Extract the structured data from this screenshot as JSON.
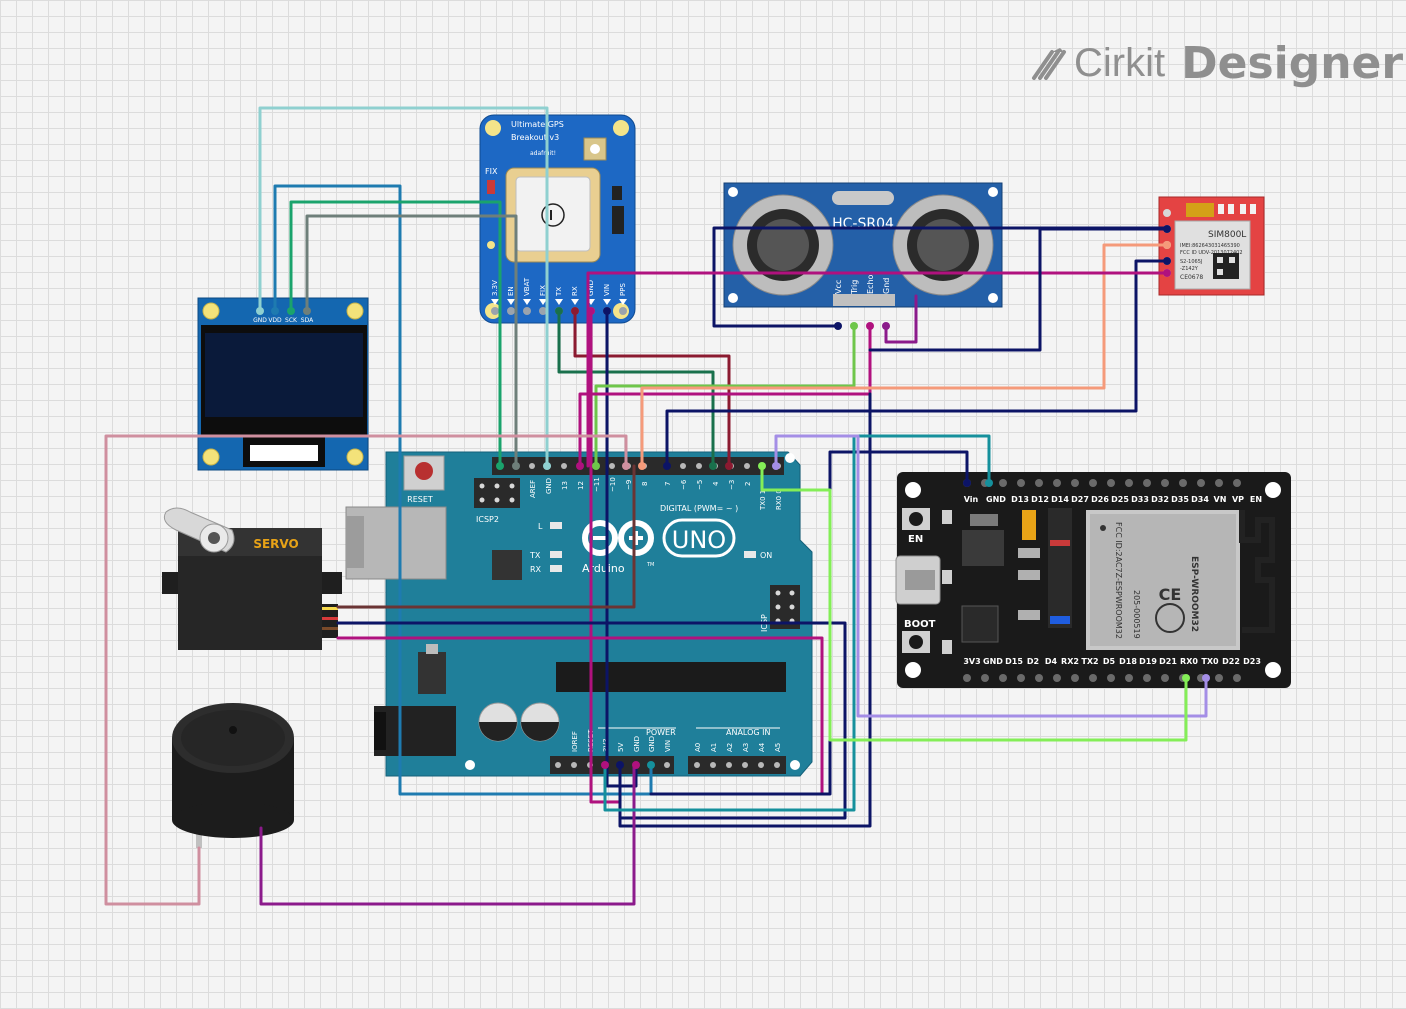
{
  "brand": {
    "name_part1": "Cirkit",
    "name_part2": "Designer",
    "icon": "pen-scribble-icon"
  },
  "components": {
    "gps": {
      "title_line1": "Ultimate GPS",
      "title_line2": "Breakout v3",
      "maker": "adafruit!",
      "fix_label": "FIX",
      "pins": [
        "3.3V",
        "EN",
        "VBAT",
        "FIX",
        "TX",
        "RX",
        "GND",
        "VIN",
        "PPS"
      ]
    },
    "ultrasonic": {
      "name": "HC-SR04",
      "pins": [
        "Vcc",
        "Trig",
        "Echo",
        "Gnd"
      ]
    },
    "gsm": {
      "name": "SIM800L",
      "lines": [
        "IMEI:862643031465390",
        "FCC ID UDV-2013072402",
        "S2-1065J",
        "-Z142Y",
        "CE0678"
      ]
    },
    "oled": {
      "pins": [
        "GND",
        "VDD",
        "SCK",
        "SDA"
      ]
    },
    "arduino": {
      "reset_label": "RESET",
      "icsp2_label": "ICSP2",
      "icsp_label": "ICSP",
      "l_label": "L",
      "tx_label": "TX",
      "rx_label": "RX",
      "on_label": "ON",
      "digital_label": "DIGITAL (PWM= ~ )",
      "brand": "Arduino",
      "model": "UNO",
      "tm": "TM",
      "power_label": "POWER",
      "analog_label": "ANALOG IN",
      "top_pins": [
        "AREF",
        "GND",
        "13",
        "12",
        "~11",
        "~10",
        "~9",
        "8",
        "7",
        "~6",
        "~5",
        "4",
        "~3",
        "2",
        "TX0 1",
        "RX0 0"
      ],
      "power_pins": [
        "IOREF",
        "RESET",
        "3V3",
        "5V",
        "GND",
        "GND",
        "VIN"
      ],
      "analog_pins": [
        "A0",
        "A1",
        "A2",
        "A3",
        "A4",
        "A5"
      ]
    },
    "servo": {
      "label": "SERVO"
    },
    "esp32": {
      "en_label": "EN",
      "boot_label": "BOOT",
      "module_name": "ESP-WROOM32",
      "fcc_text": "FCC ID:2AC7Z-ESPWROOM32",
      "cert_text": "205-000519",
      "top_pins": [
        "Vin",
        "GND",
        "D13",
        "D12",
        "D14",
        "D27",
        "D26",
        "D25",
        "D33",
        "D32",
        "D35",
        "D34",
        "VN",
        "VP",
        "EN"
      ],
      "bottom_pins": [
        "3V3",
        "GND",
        "D15",
        "D2",
        "D4",
        "RX2",
        "TX2",
        "D5",
        "D18",
        "D19",
        "D21",
        "RX0",
        "TX0",
        "D22",
        "D23"
      ]
    },
    "buzzer": {}
  },
  "colors": {
    "wire_lightblue": "#8fd0d0",
    "wire_blue": "#1e7bb0",
    "wire_green": "#1aa36c",
    "wire_gray": "#6e7f7a",
    "wire_darkgreen": "#19704c",
    "wire_darkred": "#8b1a30",
    "wire_magenta": "#b0117e",
    "wire_navy": "#0c1466",
    "wire_salmon": "#f59a7a",
    "wire_pink": "#cf8f9f",
    "wire_brown": "#6b3434",
    "wire_violet": "#a48ee6",
    "wire_lime": "#84ee57",
    "wire_teal": "#15909c",
    "wire_lightgreen": "#6ec64a",
    "wire_purple": "#8b1a8b",
    "arduino_board": "#1f7f9a",
    "gps_board": "#1d68c4",
    "ultrasonic_board": "#2460a8",
    "gsm_board": "#e44343",
    "esp32_board": "#1a1a1a"
  }
}
